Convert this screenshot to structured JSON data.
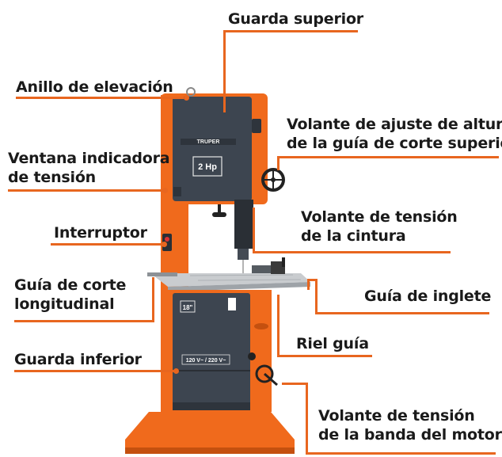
{
  "accent_color": "#e8661f",
  "machine": {
    "brand": "TRUPER",
    "power_badge": "2 Hp",
    "size_badge": "18\"",
    "voltage_badge": "120 V~ / 220 V~",
    "body_color": "#f06a1c",
    "panel_color": "#3d4550"
  },
  "labels": {
    "guarda_superior": [
      "Guarda superior"
    ],
    "anillo_elevacion": [
      "Anillo de elevación"
    ],
    "volante_altura": [
      "Volante de ajuste de altura",
      "de la guía de corte superior"
    ],
    "ventana_tension": [
      "Ventana indicadora",
      "de tensión"
    ],
    "volante_cintura": [
      "Volante de tensión",
      "de la cintura"
    ],
    "interruptor": [
      "Interruptor"
    ],
    "guia_longitudinal": [
      "Guía de corte",
      "longitudinal"
    ],
    "guia_inglete": [
      "Guía de inglete"
    ],
    "riel_guia": [
      "Riel guía"
    ],
    "guarda_inferior": [
      "Guarda inferior"
    ],
    "volante_motor": [
      "Volante de tensión",
      "de la banda del motor"
    ]
  }
}
